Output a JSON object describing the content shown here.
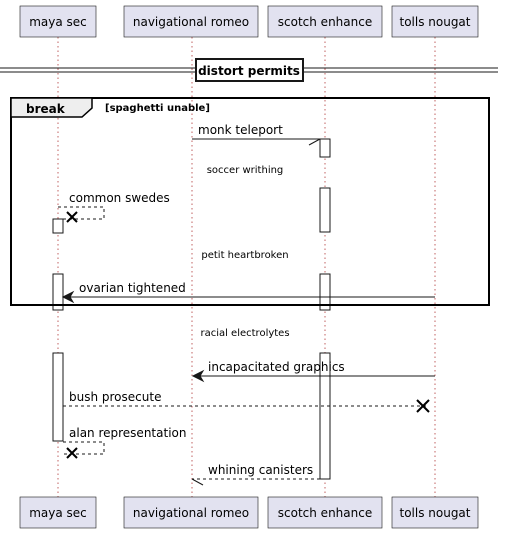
{
  "participants": [
    {
      "id": "maya",
      "label": "maya sec"
    },
    {
      "id": "nav",
      "label": "navigational romeo"
    },
    {
      "id": "scotch",
      "label": "scotch enhance"
    },
    {
      "id": "tolls",
      "label": "tolls nougat"
    }
  ],
  "divider": {
    "label": "distort permits"
  },
  "fragment": {
    "keyword": "break",
    "condition": "[spaghetti unable]"
  },
  "messages": {
    "m1": "monk teleport",
    "d1": "soccer writhing",
    "m2": "common swedes",
    "d2": "petit heartbroken",
    "m3": "ovarian tightened",
    "d3": "racial electrolytes",
    "m4": "incapacitated graphics",
    "m5": "bush prosecute",
    "m6": "alan representation",
    "m7": "whining canisters"
  },
  "colors": {
    "participant_fill": "#e2e2f0",
    "lifeline": "#c06060",
    "line": "#181818"
  }
}
